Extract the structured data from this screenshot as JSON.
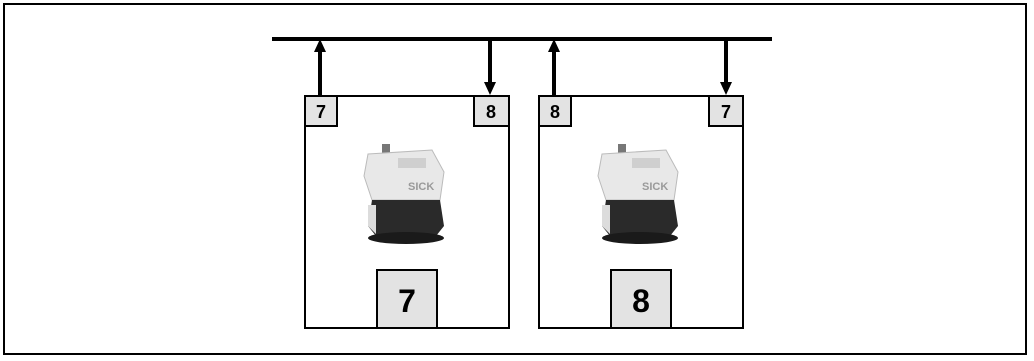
{
  "bus": {
    "label": ""
  },
  "devices": [
    {
      "id": "left",
      "port_left": "7",
      "port_right": "8",
      "main_label": "7",
      "brand": "SICK",
      "port_left_arrow": "up",
      "port_right_arrow": "down"
    },
    {
      "id": "right",
      "port_left": "8",
      "port_right": "7",
      "main_label": "8",
      "brand": "SICK",
      "port_left_arrow": "up",
      "port_right_arrow": "down"
    }
  ],
  "colors": {
    "label_box_fill": "#e3e3e3",
    "sensor_body": "#e8e8e8",
    "sensor_dark": "#222222"
  }
}
